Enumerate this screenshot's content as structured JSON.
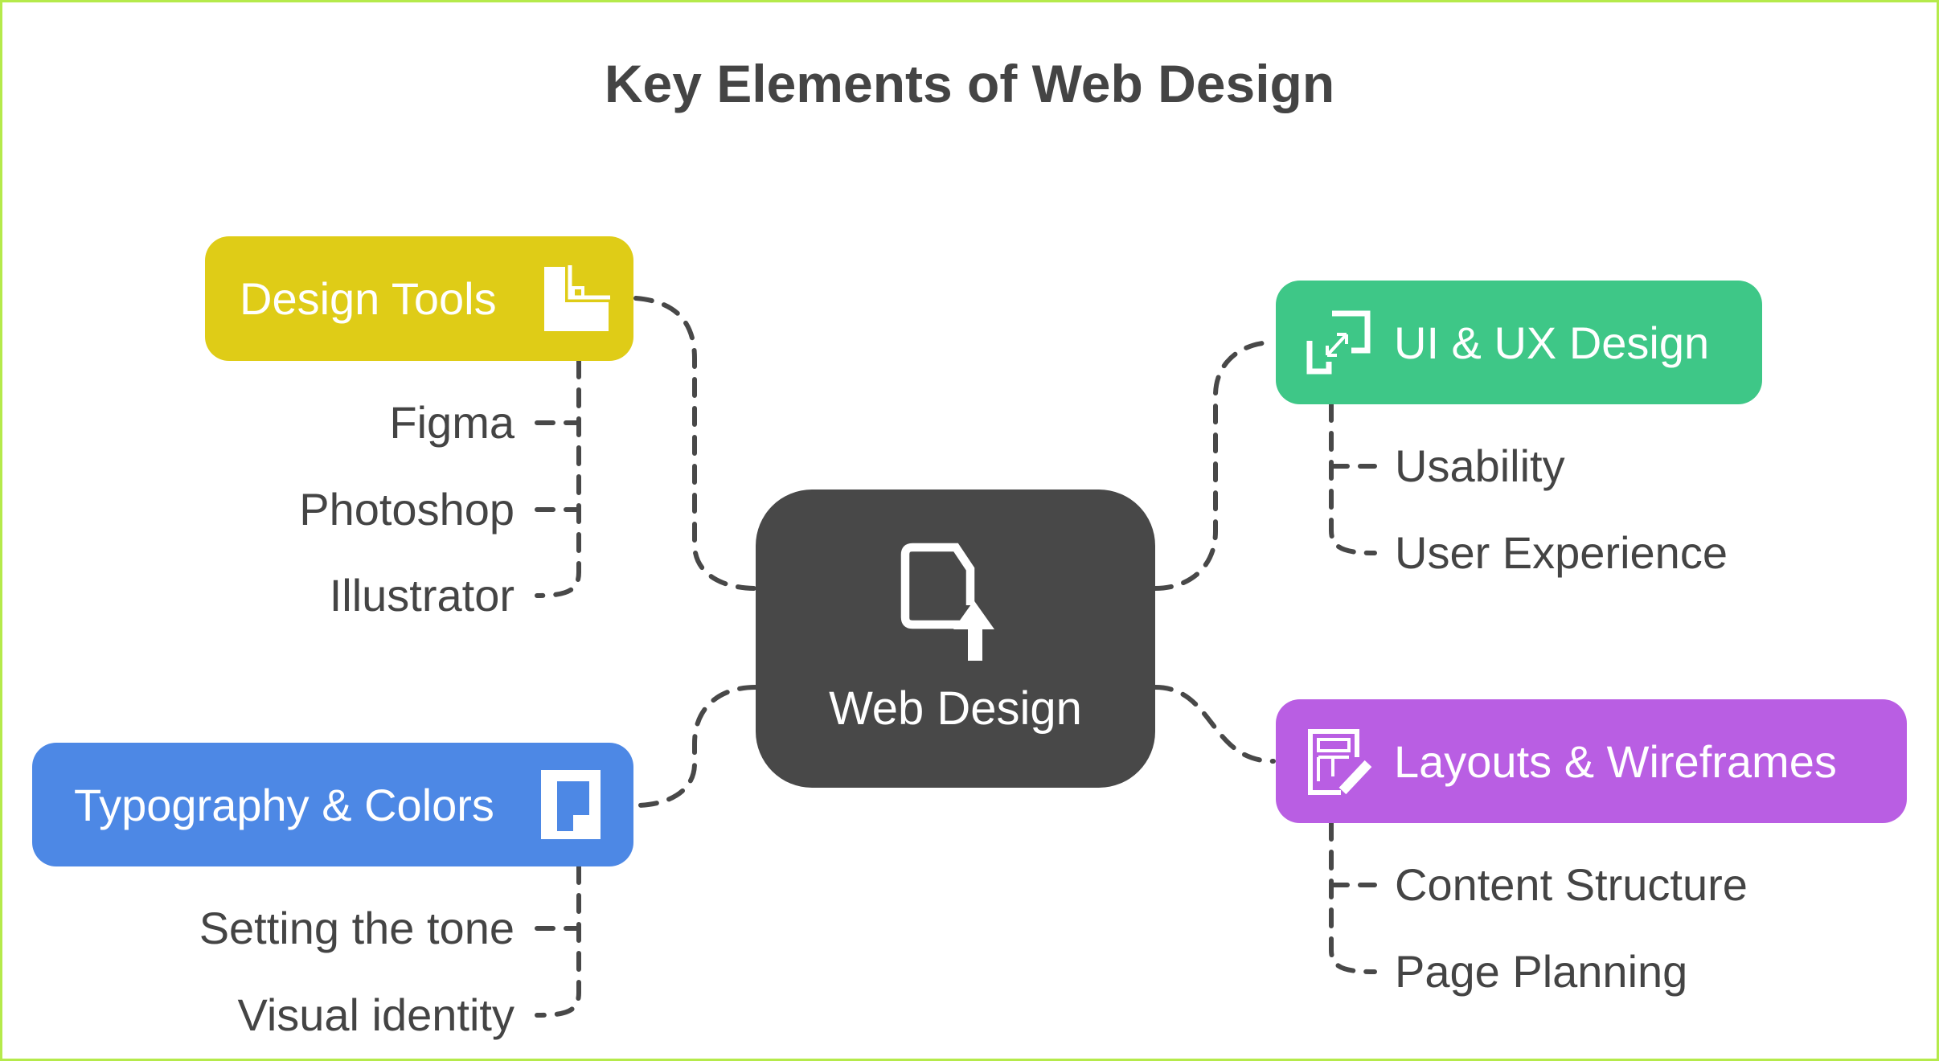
{
  "title": "Key Elements of Web Design",
  "center": {
    "label": "Web Design",
    "icon": "file-upload-icon",
    "color": "#484848"
  },
  "branches": {
    "design_tools": {
      "label": "Design Tools",
      "icon": "design-tool-icon",
      "color": "#dfcc17",
      "items": [
        "Figma",
        "Photoshop",
        "Illustrator"
      ]
    },
    "ui_ux": {
      "label": "UI & UX Design",
      "icon": "resize-icon",
      "color": "#3ec787",
      "items": [
        "Usability",
        "User Experience"
      ]
    },
    "typography": {
      "label": "Typography & Colors",
      "icon": "page-icon",
      "color": "#4d88e5",
      "items": [
        "Setting the tone",
        "Visual identity"
      ]
    },
    "layouts": {
      "label": "Layouts & Wireframes",
      "icon": "wireframe-edit-icon",
      "color": "#b95ee3",
      "items": [
        "Content Structure",
        "Page Planning"
      ]
    }
  }
}
